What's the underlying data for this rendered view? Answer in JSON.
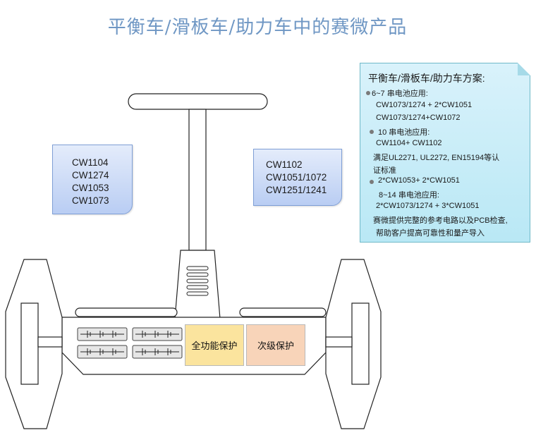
{
  "title": "平衡车/滑板车/助力车中的赛微产品",
  "left_box": {
    "lines": [
      "CW1104",
      "CW1274",
      "CW1053",
      "CW1073"
    ]
  },
  "right_box": {
    "lines": [
      "CW1102",
      "CW1051/1072",
      "CW1251/1241"
    ]
  },
  "solution_panel": {
    "title": "平衡车/滑板车/助力车方案:",
    "rows": [
      "6~7 串电池应用:",
      "CW1073/1274 + 2*CW1051",
      "CW1073/1274+CW1072",
      "10 串电池应用:",
      "CW1104+ CW1102",
      "满足UL2271, UL2272, EN15194等认",
      "证标准",
      "2*CW1053+ 2*CW1051",
      "8~14 串电池应用:",
      "2*CW1073/1274 + 3*CW1051",
      "赛微提供完整的参考电路以及PCB检查,",
      "帮助客户提高可靠性和量产导入"
    ]
  },
  "protection": {
    "full": "全功能保护",
    "secondary": "次级保护"
  },
  "colors": {
    "title": "#6f97c4",
    "full_protection": "#fbe49e",
    "secondary_protection": "#f8d4b9",
    "panel": "#c9eef8",
    "bubble": "#c6d6f5"
  }
}
